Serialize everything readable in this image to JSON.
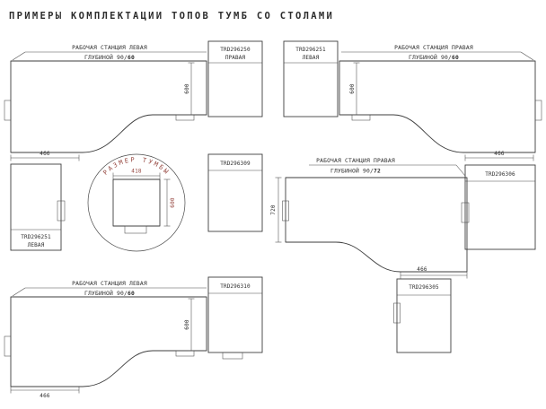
{
  "page": {
    "title": "ПРИМЕРЫ КОМПЛЕКТАЦИИ ТОПОВ ТУМБ СО СТОЛАМИ"
  },
  "colors": {
    "line": "#3d3d3d",
    "text": "#2d2d2d",
    "dim_accent": "#96463f",
    "background": "#ffffff"
  },
  "diagrams": {
    "top_left": {
      "title_line1": "РАБОЧАЯ СТАНЦИЯ ЛЕВАЯ",
      "depth_prefix": "ГЛУБИНОЙ 90/",
      "depth_value": "60",
      "cabinet_top": {
        "code": "TRD296250",
        "side": "ПРАВАЯ"
      },
      "cabinet_left": {
        "code": "TRD296251",
        "side": "ЛЕВАЯ"
      },
      "dim_cabinet_depth": "600",
      "dim_desk_width": "466"
    },
    "top_right": {
      "title_line1": "РАБОЧАЯ СТАНЦИЯ ПРАВАЯ",
      "depth_prefix": "ГЛУБИНОЙ 90/",
      "depth_value": "60",
      "cabinet_top": {
        "code": "TRD296251",
        "side": "ЛЕВАЯ"
      },
      "cabinet_right": {
        "code": "TRD296306"
      },
      "dim_cabinet_depth": "600",
      "dim_desk_width": "466"
    },
    "cabinet_detail": {
      "arc_label": "РАЗМЕР ТУМБЫ",
      "dim_width": "418",
      "dim_depth": "600"
    },
    "mid_right": {
      "title_line1": "РАБОЧАЯ СТАНЦИЯ ПРАВАЯ",
      "depth_prefix": "ГЛУБИНОЙ 90/",
      "depth_value": "72",
      "cabinet_left": {
        "code": "TRD296309"
      },
      "cabinet_bottom": {
        "code": "TRD296305"
      },
      "dim_cabinet_depth": "720",
      "dim_desk_width": "466"
    },
    "bottom_left": {
      "title_line1": "РАБОЧАЯ СТАНЦИЯ ЛЕВАЯ",
      "depth_prefix": "ГЛУБИНОЙ 90/",
      "depth_value": "60",
      "cabinet_top": {
        "code": "TRD296310"
      },
      "dim_cabinet_depth": "600",
      "dim_desk_width": "466"
    }
  }
}
